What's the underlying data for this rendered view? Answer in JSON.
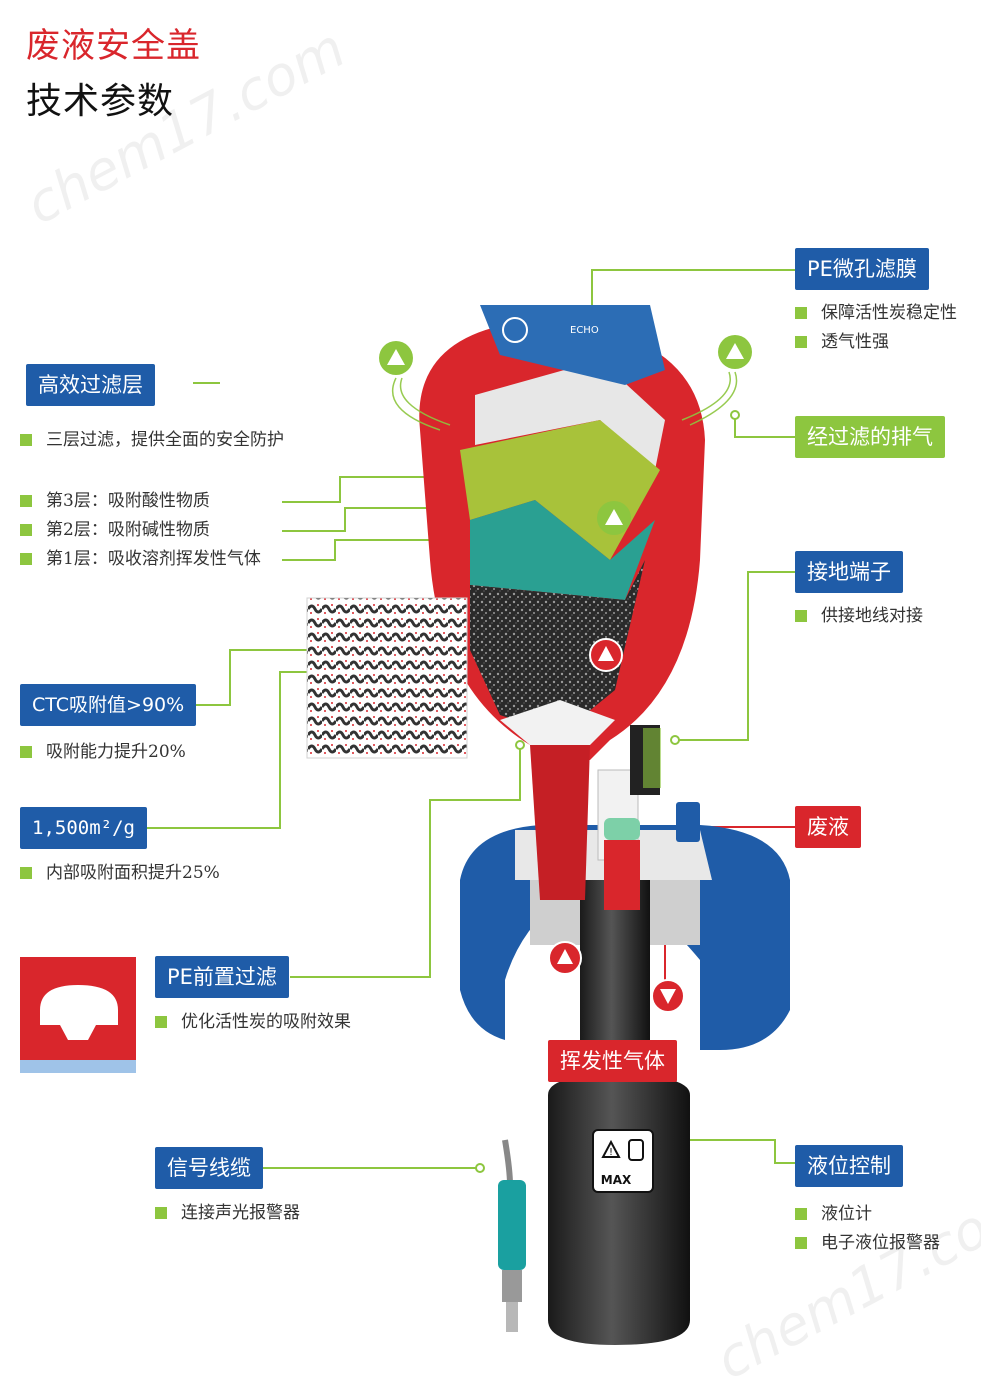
{
  "title": {
    "line1": "废液安全盖",
    "line2": "技术参数"
  },
  "watermark": "chem17.com",
  "labels": {
    "pe_membrane": {
      "tag": "PE微孔滤膜",
      "items": [
        "保障活性炭稳定性",
        "透气性强"
      ]
    },
    "filtered_exhaust": {
      "tag": "经过滤的排气"
    },
    "filter_layer": {
      "tag": "高效过滤层",
      "items": [
        "三层过滤，提供全面的安全防护",
        "第3层：吸附酸性物质",
        "第2层：吸附碱性物质",
        "第1层：吸收溶剂挥发性气体"
      ]
    },
    "ground": {
      "tag": "接地端子",
      "items": [
        "供接地线对接"
      ]
    },
    "ctc": {
      "tag": "CTC吸附值>90%",
      "items": [
        "吸附能力提升20%"
      ]
    },
    "surface": {
      "tag": "1,500m²/g",
      "items": [
        "内部吸附面积提升25%"
      ]
    },
    "waste": {
      "tag": "废液"
    },
    "prefilter": {
      "tag": "PE前置过滤",
      "items": [
        "优化活性炭的吸附效果"
      ]
    },
    "volatile": {
      "tag": "挥发性气体"
    },
    "signal": {
      "tag": "信号线缆",
      "items": [
        "连接声光报警器"
      ]
    },
    "level": {
      "tag": "液位控制",
      "items": [
        "液位计",
        "电子液位报警器"
      ]
    },
    "max_mark": "MAX"
  },
  "colors": {
    "accent_red": "#d9262c",
    "accent_blue": "#1f5ca8",
    "accent_green": "#8dc63f"
  }
}
